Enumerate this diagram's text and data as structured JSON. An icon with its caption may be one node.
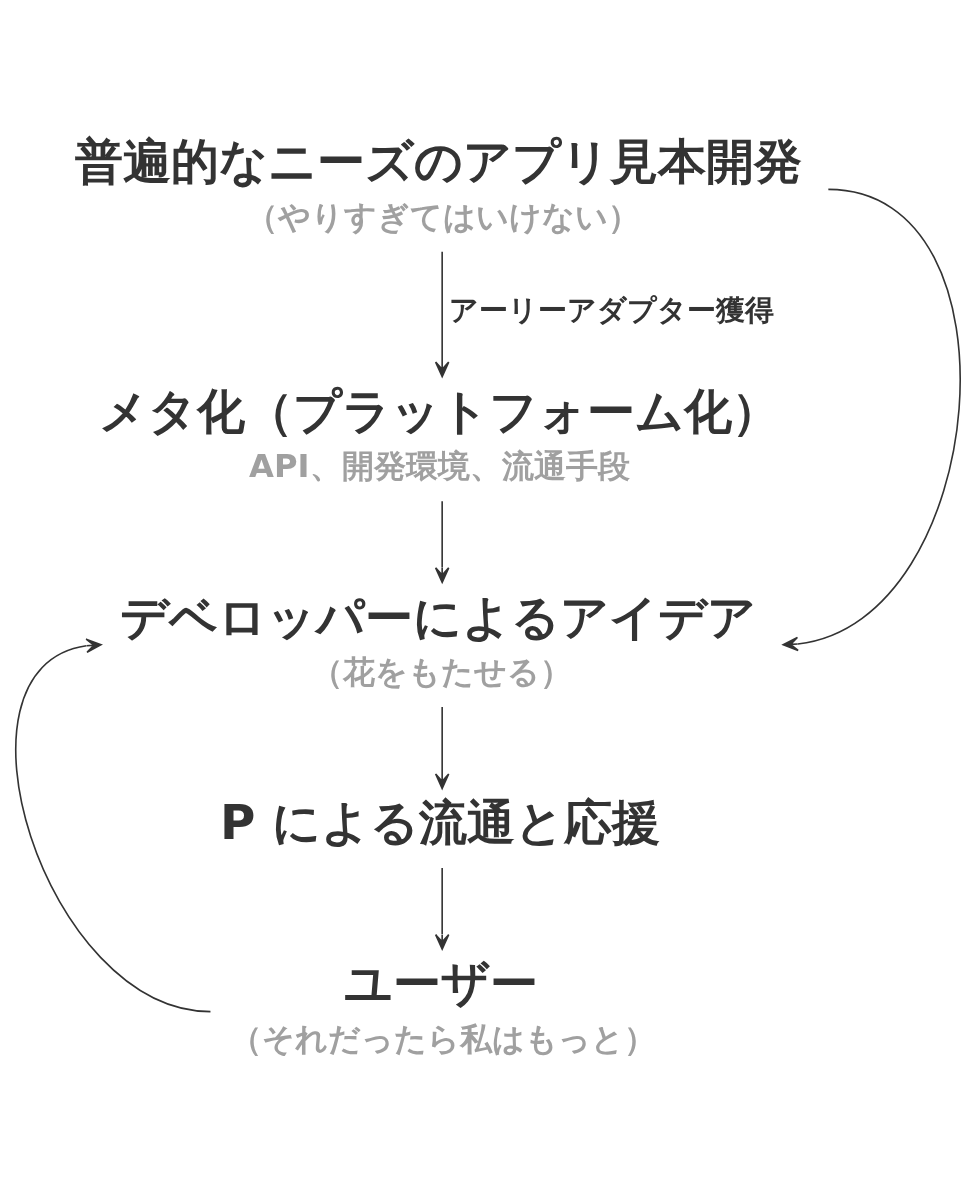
{
  "diagram": {
    "nodes": [
      {
        "text": [
          "普遍的なニーズのアプリ見本開発",
          "（やりすぎてはいけない）"
        ]
      },
      {
        "text": [
          "メタ化（プラットフォーム化）",
          "API、開発環境、流通手段"
        ]
      },
      {
        "text": [
          "デベロッパーによるアイデア",
          "（花をもたせる）"
        ]
      },
      {
        "text": [
          "P による流通と応援"
        ]
      },
      {
        "text": [
          "ユーザー",
          "（それだったら私はもっと）"
        ]
      }
    ],
    "edges": [
      {
        "from": 0,
        "to": 1,
        "arrow": "to",
        "label": "アーリーアダプター獲得"
      },
      {
        "from": 1,
        "to": 2,
        "arrow": "to"
      },
      {
        "from": 0,
        "to": 2,
        "arrow": "to"
      },
      {
        "from": 2,
        "to": 3,
        "arrow": "to"
      },
      {
        "from": 3,
        "to": 4,
        "arrow": "to"
      },
      {
        "from": 4,
        "to": 2,
        "arrow": "to"
      }
    ]
  }
}
